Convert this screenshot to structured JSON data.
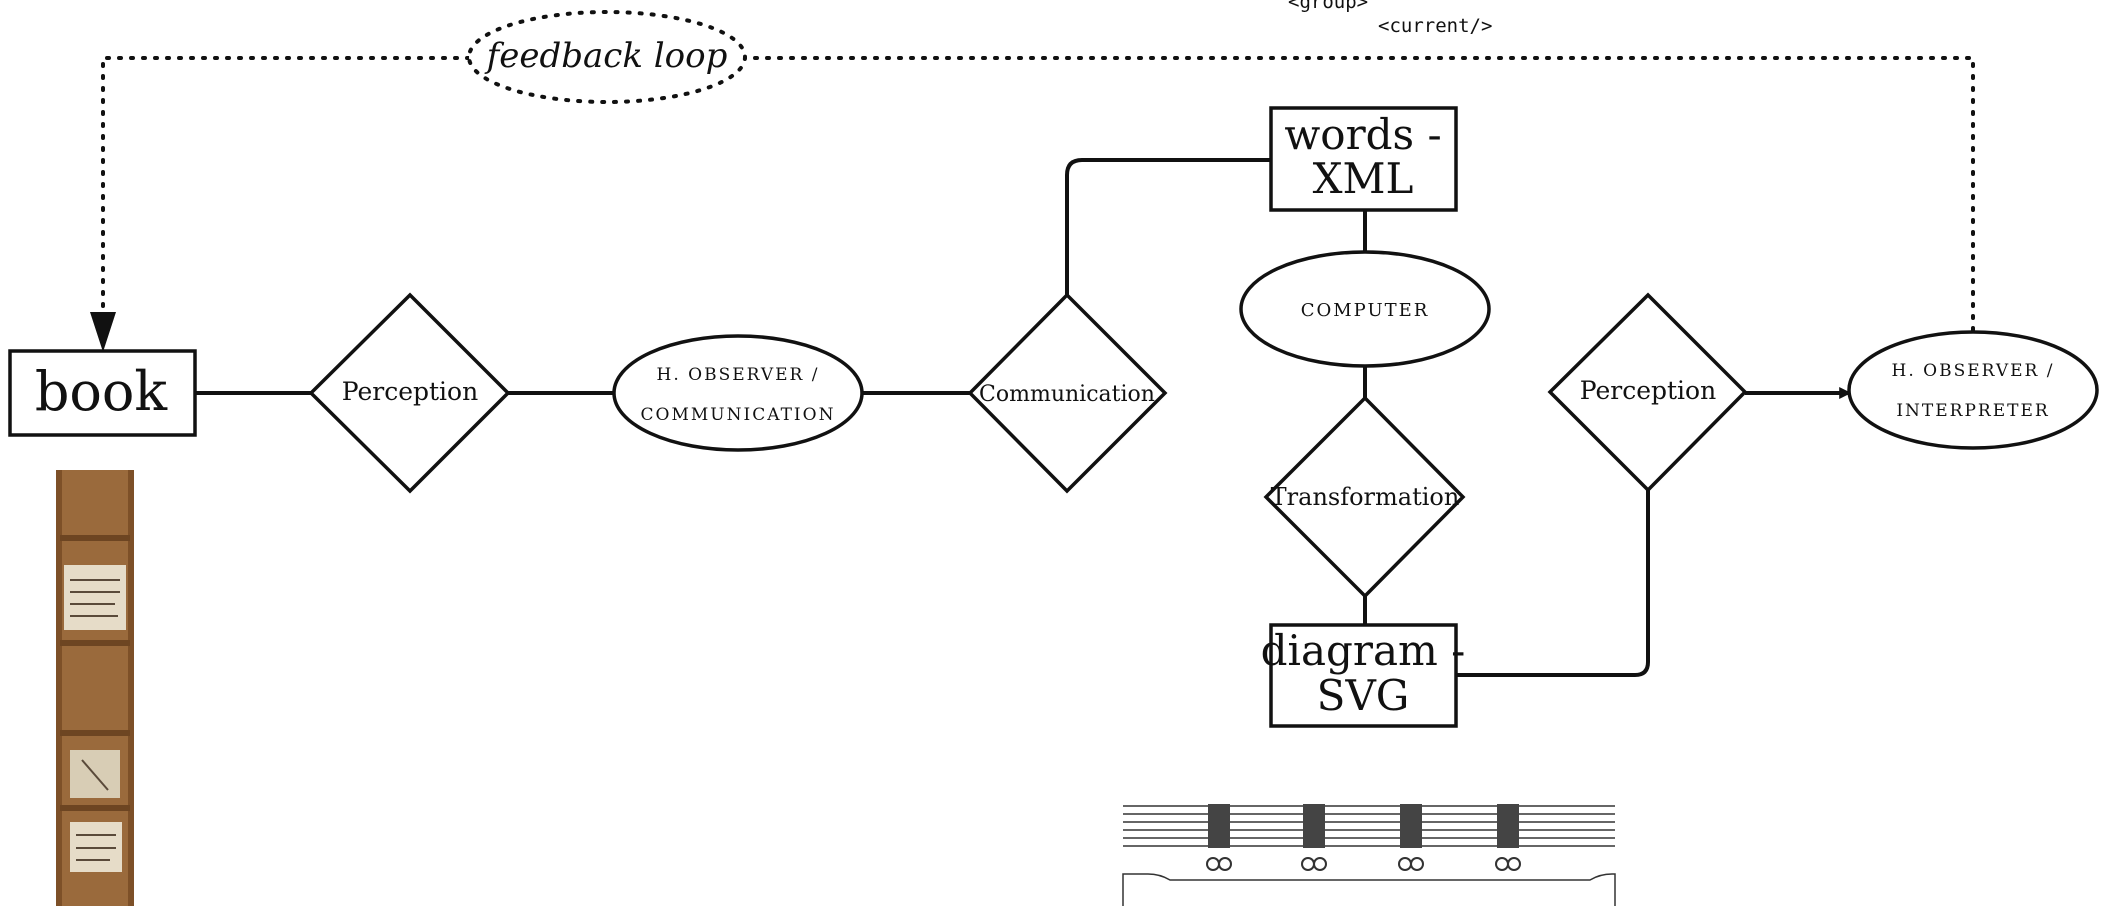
{
  "code_snippet": {
    "line1": "<group>",
    "line2": "<current/>"
  },
  "feedback_label": "feedback loop",
  "nodes": {
    "book": "book",
    "perception_1": "Perception",
    "observer_comm": {
      "line1": "H. OBSERVER /",
      "line2": "COMMUNICATION"
    },
    "communication": "Communication",
    "words_xml": {
      "line1": "words -",
      "line2": "XML"
    },
    "computer": "COMPUTER",
    "transformation": "Transformation",
    "diagram_svg": {
      "line1": "diagram -",
      "line2": "SVG"
    },
    "perception_2": "Perception",
    "observer_interp": {
      "line1": "H. OBSERVER /",
      "line2": "INTERPRETER"
    }
  },
  "colors": {
    "ink": "#111111",
    "book_leather": "#9a6a3c",
    "book_label": "#e6dcc8"
  }
}
